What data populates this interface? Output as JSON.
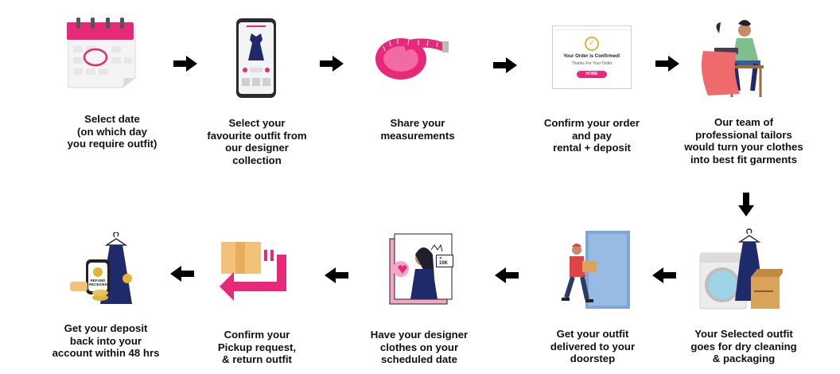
{
  "colors": {
    "accent": "#e8297a",
    "text": "#111111",
    "blue": "#1f2a6b",
    "box": "#d9a35a",
    "arrow": "#000000"
  },
  "steps": [
    {
      "icon": "calendar-icon",
      "label": "Select date\n(on which day\nyou require outfit)"
    },
    {
      "icon": "phone-dress-icon",
      "label": "Select your\nfavourite outfit from\nour designer\ncollection"
    },
    {
      "icon": "measuring-tape-icon",
      "label": "Share your\nmeasurements"
    },
    {
      "icon": "order-confirmed-icon",
      "label": "Confirm your order\nand pay\nrental + deposit",
      "screen_title": "Your Order is Confirmed!",
      "screen_sub": "Thanks For Your Order",
      "screen_button": "HOME"
    },
    {
      "icon": "tailor-icon",
      "label": "Our team of\nprofessional tailors\nwould turn your clothes\ninto best fit garments"
    },
    {
      "icon": "dry-cleaning-icon",
      "label": "Your Selected outfit\ngoes for dry cleaning\n& packaging"
    },
    {
      "icon": "delivery-icon",
      "label": "Get your outfit\ndelivered to your\ndoorstep"
    },
    {
      "icon": "wearing-outfit-icon",
      "label": "Have your designer\nclothes on your\nscheduled date",
      "badge": "10K"
    },
    {
      "icon": "return-box-icon",
      "label": "Confirm your\nPickup request,\n& return outfit"
    },
    {
      "icon": "refund-icon",
      "label": "Get your deposit\nback into your\naccount within 48 hrs",
      "badge": "REFUND\nRECEIVED"
    }
  ]
}
